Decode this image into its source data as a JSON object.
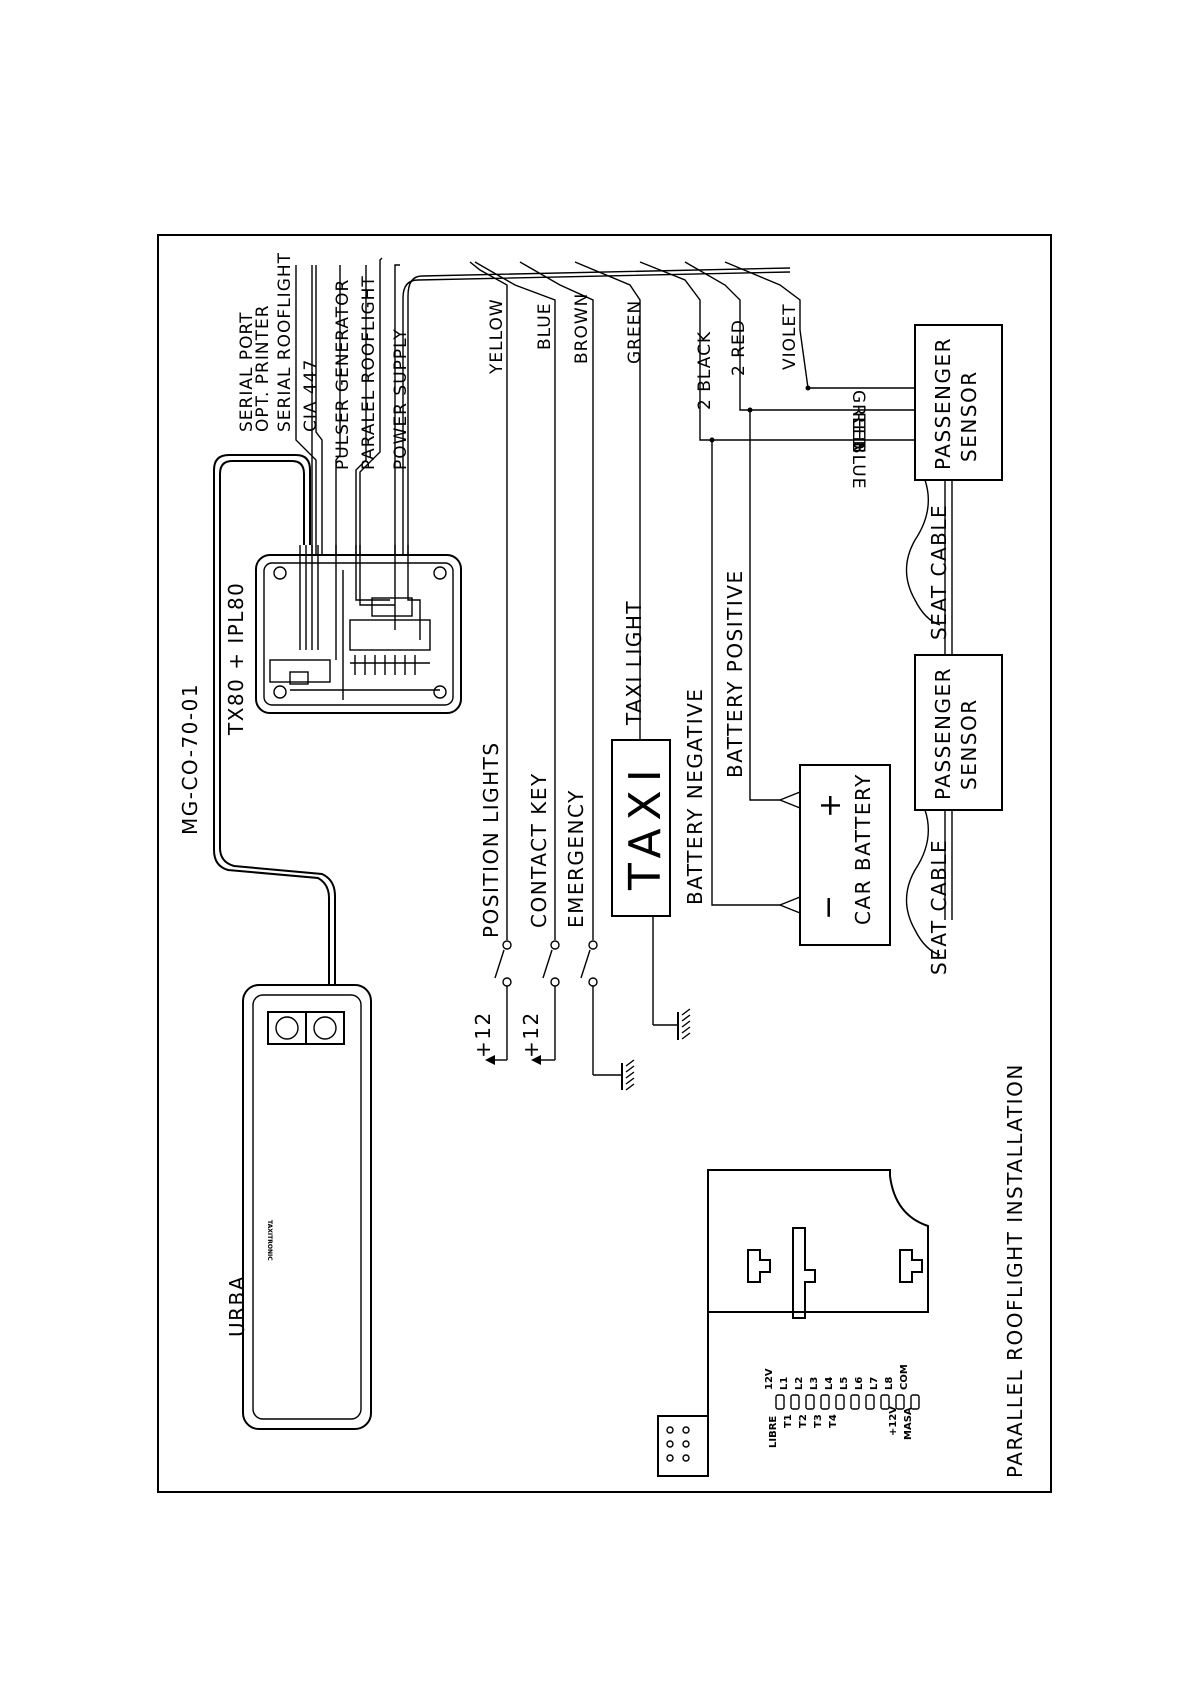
{
  "diagram": {
    "title": "PARALLEL ROOFLIGHT INSTALLATION",
    "part_number": "MG-CO-70-01",
    "unit_name": "URBA",
    "unit_brand": "TAXITRONIC",
    "controller": "TX80 + IPL80",
    "connector_labels": [
      "SERIAL PORT",
      "OPT. PRINTER",
      "SERIAL ROOFLIGHT",
      "CIA 447",
      "PULSER GENERATOR",
      "PARALEL ROOFLIGHT",
      "POWER SUPPLY"
    ],
    "wire_colors": [
      "YELLOW",
      "BLUE",
      "BROWN",
      "GREEN",
      "2 BLACK",
      "2 RED",
      "VIOLET"
    ],
    "switch_labels": [
      "POSITION LIGHTS",
      "CONTACT KEY",
      "EMERGENCY"
    ],
    "supply_labels": [
      "+12",
      "+12"
    ],
    "taxi_sign": "TAXI",
    "taxi_light": "TAXI LIGHT",
    "battery_negative": "BATTERY NEGATIVE",
    "battery_positive": "BATTERY POSITIVE",
    "car_battery": "CAR BATTERY",
    "battery_minus": "−",
    "battery_plus": "+",
    "sensor_wires": [
      "BLUE",
      "RED",
      "GREEN"
    ],
    "passenger_sensor": [
      "PASSENGER",
      "SENSOR"
    ],
    "seat_cable": "SEAT CABLE",
    "pcb_left_pins": [
      "LIBRE",
      "T1",
      "T2",
      "T3",
      "T4",
      "",
      "",
      "+12V",
      "MASA"
    ],
    "pcb_right_pins": [
      "12V",
      "L1",
      "L2",
      "L3",
      "L4",
      "L5",
      "L6",
      "L7",
      "L8",
      "COM"
    ]
  }
}
